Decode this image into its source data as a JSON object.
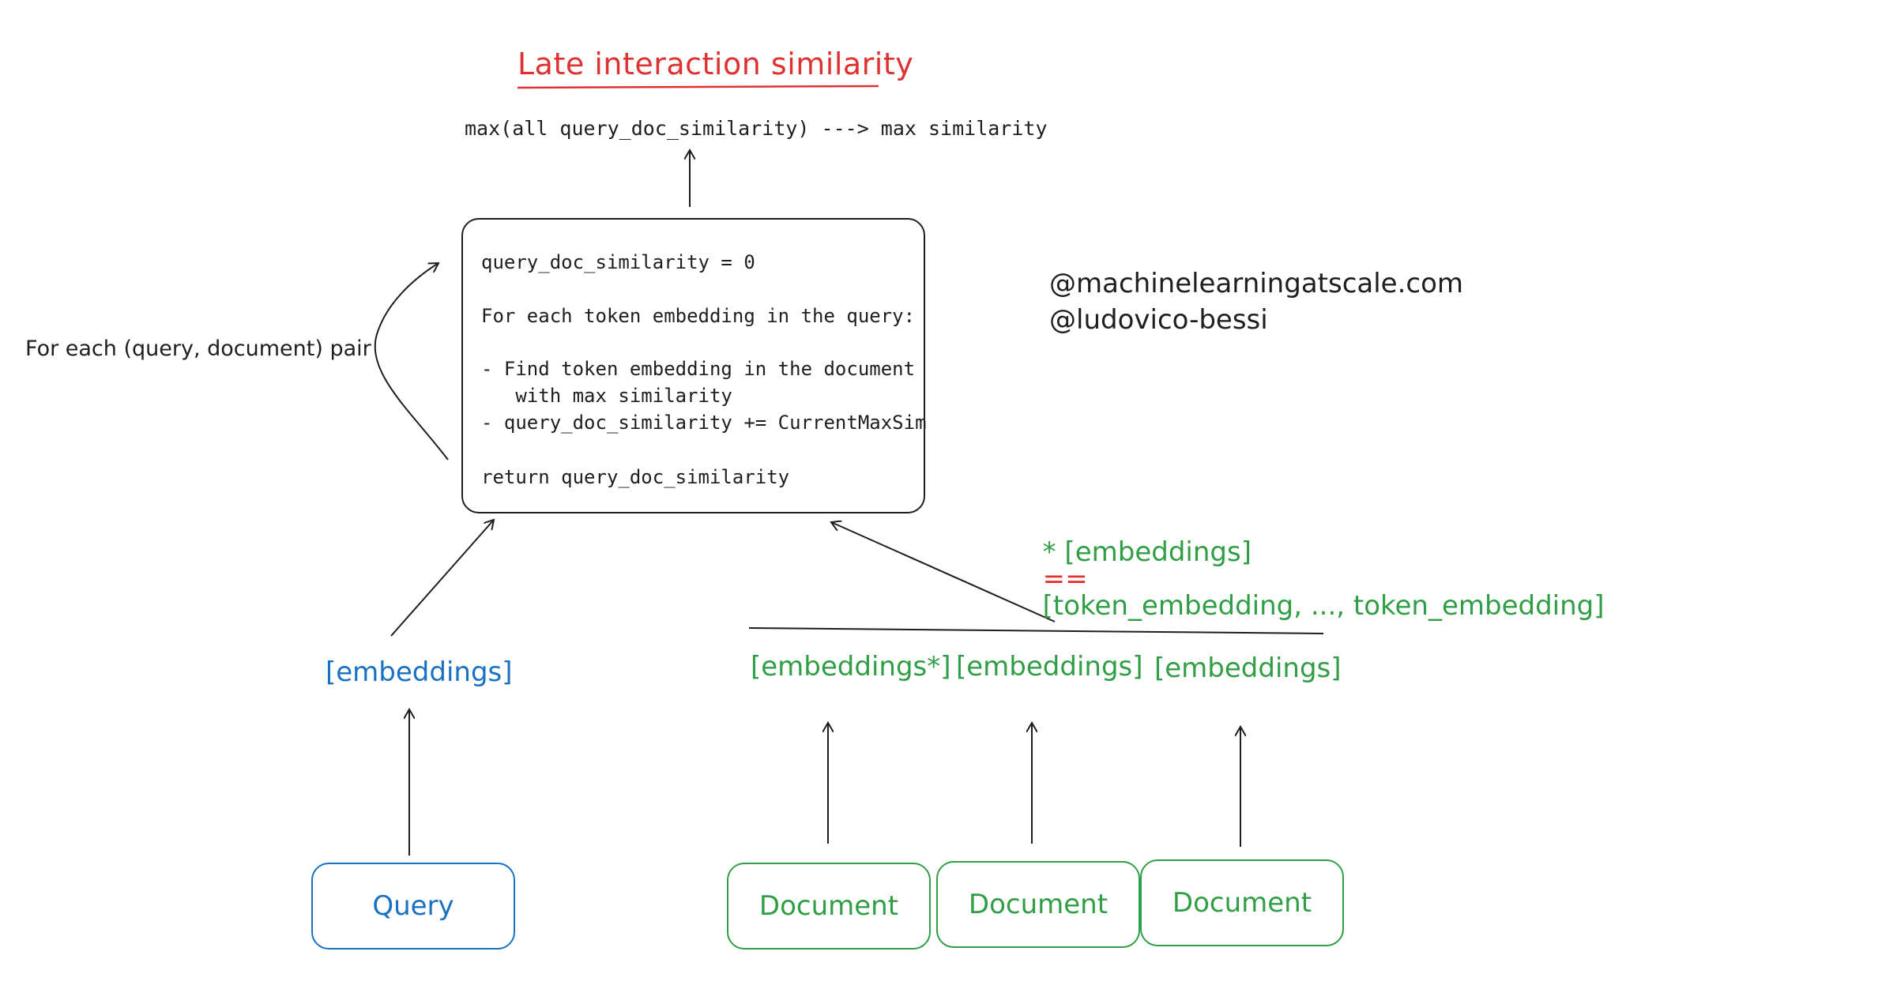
{
  "title": "Late interaction similarity",
  "top_formula": "max(all query_doc_similarity) ---> max similarity",
  "loop_label": "For each (query, document) pair",
  "algorithm": {
    "lines": [
      "query_doc_similarity = 0",
      "For each token embedding in the query:",
      "- Find token embedding in the document",
      "   with max similarity",
      "- query_doc_similarity += CurrentMaxSim",
      "return query_doc_similarity"
    ]
  },
  "credits": {
    "line1": "@machinelearningatscale.com",
    "line2": "@ludovico-bessi"
  },
  "footnote": {
    "prefix": "* [embeddings]",
    "operator": "==",
    "suffix": "[token_embedding, ..., token_embedding]"
  },
  "query": {
    "embeddings_label": "[embeddings]",
    "node_label": "Query"
  },
  "documents": {
    "embeddings_labels": [
      "[embeddings*]",
      "[embeddings]",
      "[embeddings]"
    ],
    "node_labels": [
      "Document",
      "Document",
      "Document"
    ]
  },
  "colors": {
    "title": "#e03131",
    "stroke": "#1e1e1e",
    "query_blue": "#1971c2",
    "doc_green": "#2f9e44",
    "operator_red": "#e03131"
  }
}
